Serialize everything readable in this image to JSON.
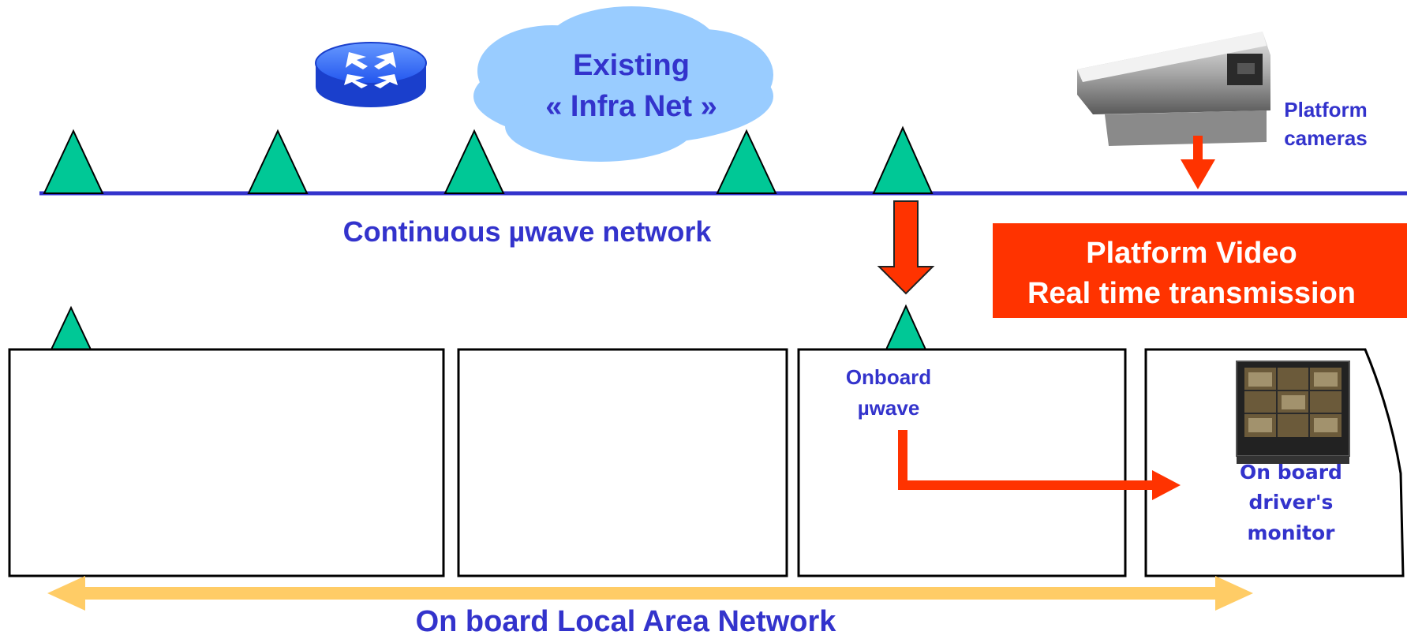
{
  "cloud": {
    "line1": "Existing",
    "line2": "« Infra Net »"
  },
  "camera": {
    "line1": "Platform",
    "line2": "cameras"
  },
  "network_label": "Continuous µwave network",
  "video_box": {
    "line1": "Platform Video",
    "line2": "Real time transmission"
  },
  "onboard_uwave": {
    "line1": "Onboard",
    "line2": "µwave"
  },
  "monitor": {
    "line1": "On board",
    "line2": "driver's",
    "line3": "monitor"
  },
  "lan_label": "On board Local Area Network",
  "colors": {
    "network_line": "#3333cc",
    "antenna": "#00c896",
    "cloud": "#99ccff",
    "label_blue": "#3333cc",
    "video_box": "#ff3300",
    "flow_arrow": "#ff3300",
    "lan_arrow": "#ffcc66",
    "router": "#3366ff"
  }
}
